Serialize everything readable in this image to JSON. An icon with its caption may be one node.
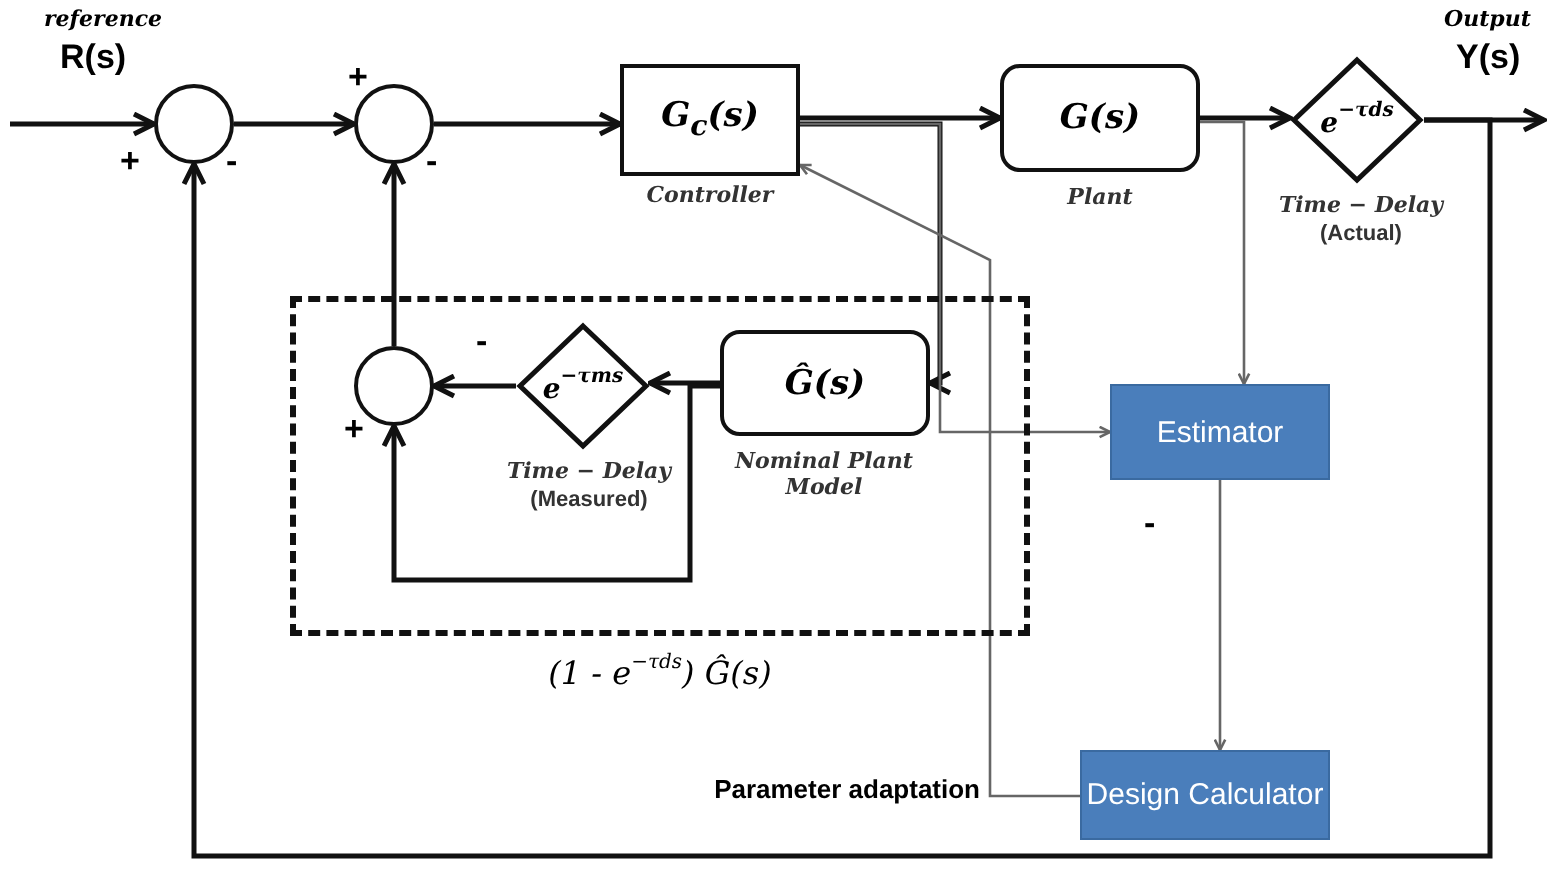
{
  "diagram": {
    "nodes": [
      {
        "text": [],
        "shape": "circle"
      },
      {
        "text": [],
        "shape": "circle"
      },
      {
        "text": [
          "G$_{c}$(s)"
        ],
        "beside": [
          "Controller"
        ]
      },
      {
        "text": [
          "G(s)"
        ],
        "beside": [
          "Plant"
        ]
      },
      {
        "text": [
          "e$^{−τds}$"
        ],
        "beside": [
          "Time − Delay",
          "(Actual)"
        ]
      },
      {
        "text": [
          "(1 - e$^{−τds}$) Ĝ(s)"
        ]
      },
      {
        "text": [
          "Ĝ(s)"
        ],
        "beside": [
          "Nominal Plant Model"
        ],
        "in": 5
      },
      {
        "text": [
          "e$^{−τms}$"
        ],
        "beside": [
          "Time − Delay",
          "(Measured)"
        ],
        "in": 5
      },
      {
        "text": [],
        "shape": "circle",
        "in": 5
      },
      {
        "text": [
          "Estimator"
        ]
      },
      {
        "text": [
          "Design Calculator"
        ]
      }
    ],
    "edges": [
      {
        "from": null,
        "to": 0,
        "arrow": "to"
      },
      {
        "from": 0,
        "to": 1,
        "arrow": "to"
      },
      {
        "from": 1,
        "to": 2,
        "arrow": "to"
      },
      {
        "from": 2,
        "to": 3,
        "arrow": "to"
      },
      {
        "from": 3,
        "to": 4,
        "arrow": "to"
      },
      {
        "from": 4,
        "to": null,
        "arrow": "to"
      },
      {
        "from": 4,
        "to": 0,
        "arrow": "to"
      },
      {
        "from": 2,
        "to": 6,
        "arrow": "to"
      },
      {
        "from": 2,
        "to": 9,
        "arrow": "to",
        "color": "#666666"
      },
      {
        "from": 3,
        "to": 9,
        "arrow": "to",
        "color": "#666666"
      },
      {
        "from": 6,
        "to": 7,
        "arrow": "to"
      },
      {
        "from": 7,
        "to": 8,
        "arrow": "to"
      },
      {
        "from": 6,
        "to": 8,
        "arrow": "to"
      },
      {
        "from": 8,
        "to": 1,
        "arrow": "to"
      },
      {
        "from": 9,
        "to": 10,
        "arrow": "to",
        "color": "#666666"
      },
      {
        "from": 10,
        "to": 2,
        "arrow": "to",
        "label": "Parameter adaptation",
        "color": "#666666"
      }
    ],
    "labels": [
      "reference",
      "R(s)",
      "+",
      "+",
      "-",
      "-",
      "Output",
      "Y(s)",
      "-",
      "+",
      "-"
    ]
  }
}
